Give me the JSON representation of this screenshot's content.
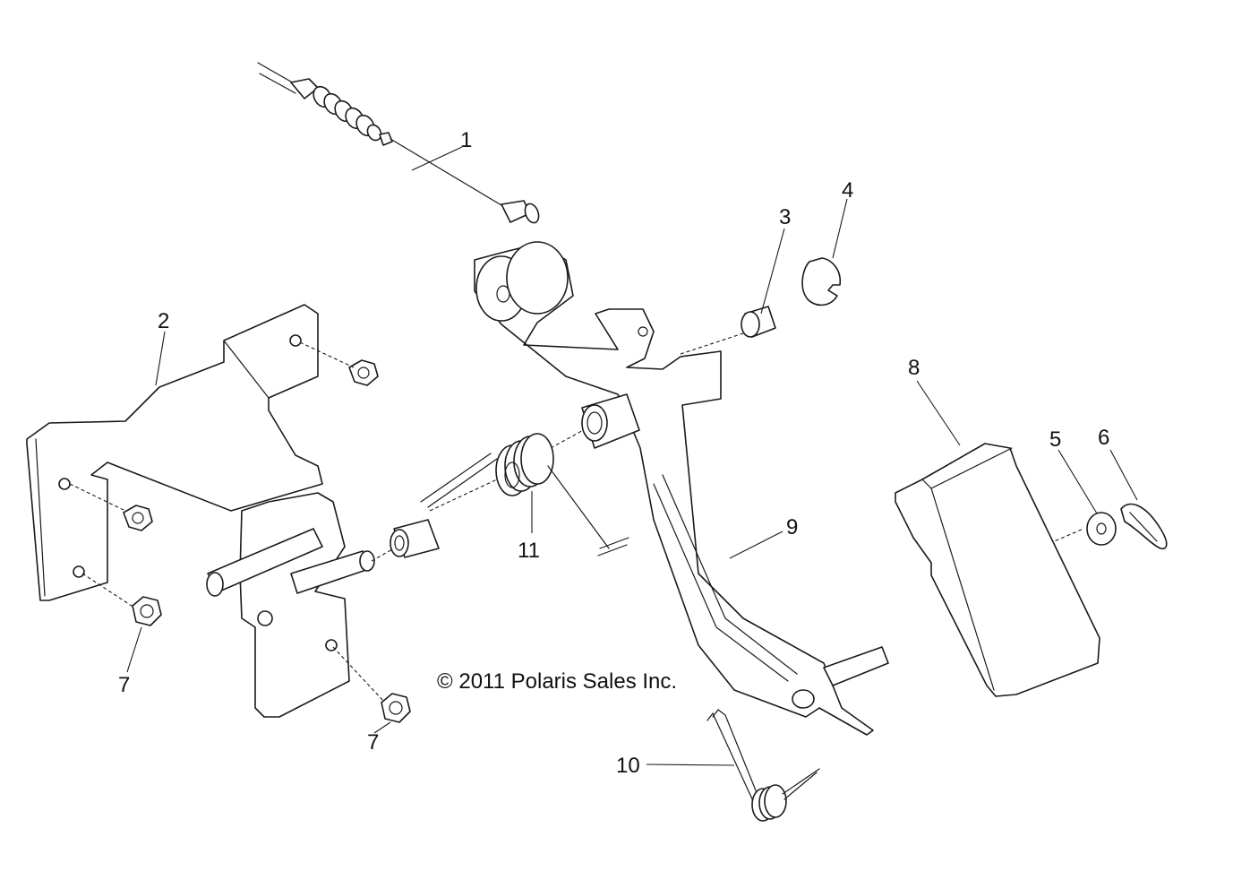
{
  "copyright": "© 2011 Polaris Sales Inc.",
  "callouts": [
    {
      "id": "c1",
      "label": "1"
    },
    {
      "id": "c2",
      "label": "2"
    },
    {
      "id": "c3",
      "label": "3"
    },
    {
      "id": "c4",
      "label": "4"
    },
    {
      "id": "c5",
      "label": "5"
    },
    {
      "id": "c6",
      "label": "6"
    },
    {
      "id": "c7a",
      "label": "7"
    },
    {
      "id": "c7b",
      "label": "7"
    },
    {
      "id": "c8",
      "label": "8"
    },
    {
      "id": "c9",
      "label": "9"
    },
    {
      "id": "c10",
      "label": "10"
    },
    {
      "id": "c11",
      "label": "11"
    }
  ],
  "colors": {
    "line": "#1a1a1a",
    "background": "#ffffff"
  }
}
